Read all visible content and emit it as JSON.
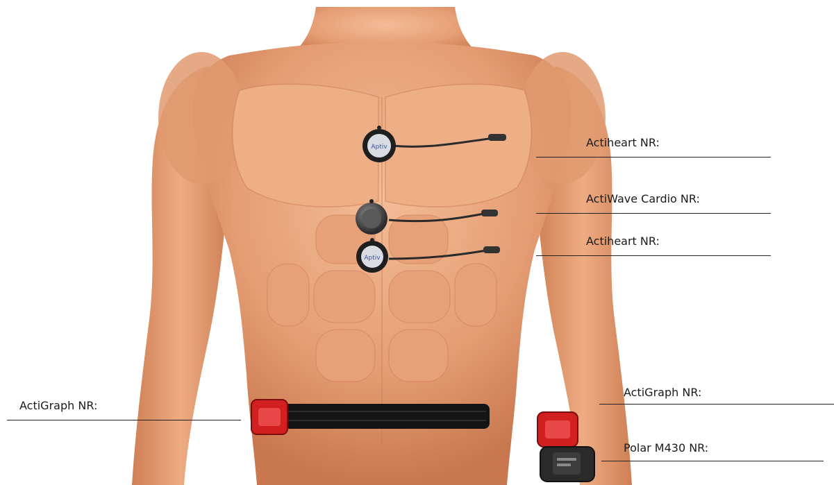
{
  "labels": {
    "chest_actiheart": "Actiheart NR:",
    "actiwave_cardio": "ActiWave Cardio NR:",
    "lower_actiheart": "Actiheart NR:",
    "hip_actigraph": "ActiGraph NR:",
    "wrist_actigraph": "ActiGraph NR:",
    "polar_watch": "Polar M430 NR:"
  },
  "device_logo_text": "Aptiv",
  "colors": {
    "skin": "#e8a27a",
    "skin_shadow": "#c97a52",
    "belt": "#141414",
    "device_red": "#d21f1f",
    "sensor_dark": "#3a3a3a"
  }
}
